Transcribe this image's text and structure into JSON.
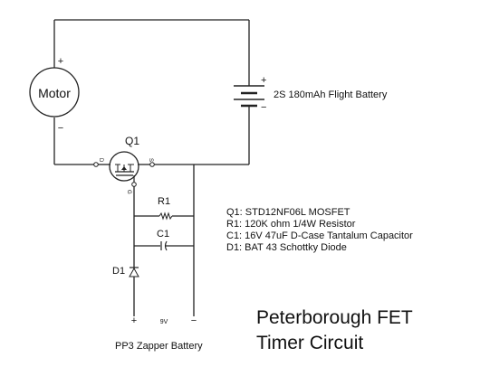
{
  "motor": {
    "label": "Motor",
    "plus": "+",
    "minus": "−"
  },
  "battery": {
    "label": "2S 180mAh Flight Battery",
    "plus": "+",
    "minus": "−"
  },
  "mosfet": {
    "label": "Q1",
    "pin_d": "D",
    "pin_s": "S",
    "pin_g": "G"
  },
  "resistor": {
    "label": "R1"
  },
  "capacitor": {
    "label": "C1"
  },
  "diode": {
    "label": "D1"
  },
  "zapper": {
    "label": "PP3 Zapper Battery",
    "plus": "+",
    "volt": "9V",
    "minus": "−"
  },
  "parts_list": [
    "Q1: STD12NF06L MOSFET",
    "R1: 120K ohm 1/4W Resistor",
    "C1: 16V 47uF D-Case Tantalum Capacitor",
    "D1: BAT 43 Schottky Diode"
  ],
  "title": {
    "line1": "Peterborough FET",
    "line2": "Timer Circuit"
  }
}
